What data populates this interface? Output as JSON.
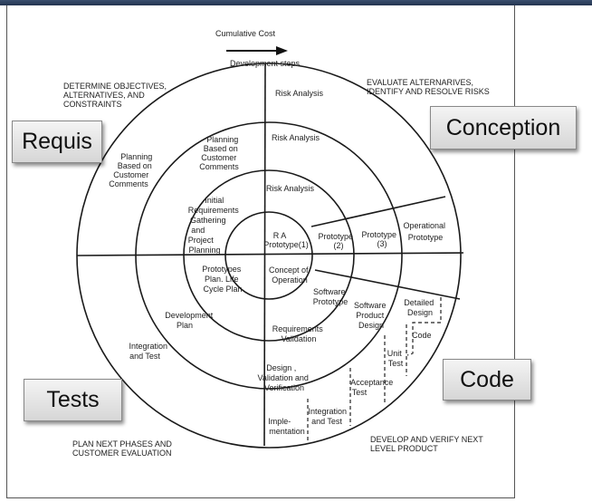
{
  "diagram": {
    "header": {
      "cumulative_cost": "Cumulative Cost",
      "development_steps": "Development steps"
    },
    "quadrants": {
      "top_left": [
        "DETERMINE OBJECTIVES,",
        "ALTERNATIVES, AND",
        "CONSTRAINTS"
      ],
      "top_right": [
        "EVALUATE ALTERNARIVES,",
        "IDENTIFY   AND   RESOLVE RISKS"
      ],
      "bottom_left": [
        "PLAN NEXT PHASES AND",
        "CUSTOMER EVALUATION"
      ],
      "bottom_right": [
        "DEVELOP AND  VERIFY NEXT",
        "LEVEL PRODUCT"
      ]
    },
    "risk_analysis": [
      "Risk Analysis",
      "Risk Analysis",
      "Risk Analysis"
    ],
    "ra_prototype": [
      "R A",
      "Prototype(1)"
    ],
    "prototype_2": [
      "Prototype",
      "(2)"
    ],
    "prototype_3": [
      "Prototype",
      "(3)"
    ],
    "operational_prototype": [
      "Operational",
      "Prototype"
    ],
    "planning_outer": [
      "Planning",
      "Based on",
      "Customer",
      "Comments"
    ],
    "planning_middle": [
      "Planning",
      "Based on",
      "Customer",
      "Comments"
    ],
    "initial_requirements": [
      "Initial",
      "Requirements",
      "Gathering",
      "and",
      "Project",
      "Planning"
    ],
    "prototypes_plan": [
      "Prototypes",
      "Plan. Life",
      "Cycle Plan"
    ],
    "concept_of_operation": [
      "Concept of",
      "Operation"
    ],
    "software_prototype": [
      "Software",
      "Prototype"
    ],
    "development_plan": [
      "Development",
      "Plan"
    ],
    "requirements_validation": [
      "Requirements",
      "Validation"
    ],
    "software_product_design": [
      "Software",
      "Product",
      "Design"
    ],
    "detailed_design": [
      "Detailed",
      "Design"
    ],
    "code_label": "Code",
    "unit_test": [
      "Unit",
      "Test"
    ],
    "integration_test_left": [
      "Integration",
      "and Test"
    ],
    "design_validation": [
      "Design ,",
      "Validation and",
      "Verification"
    ],
    "acceptance_test": [
      "Acceptance",
      "Test"
    ],
    "integration_test_right": [
      "Integration",
      "and Test"
    ],
    "implementation": [
      "Imple-",
      "mentation"
    ]
  },
  "callouts": {
    "requis": "Requis",
    "conception": "Conception",
    "code": "Code",
    "tests": "Tests"
  }
}
